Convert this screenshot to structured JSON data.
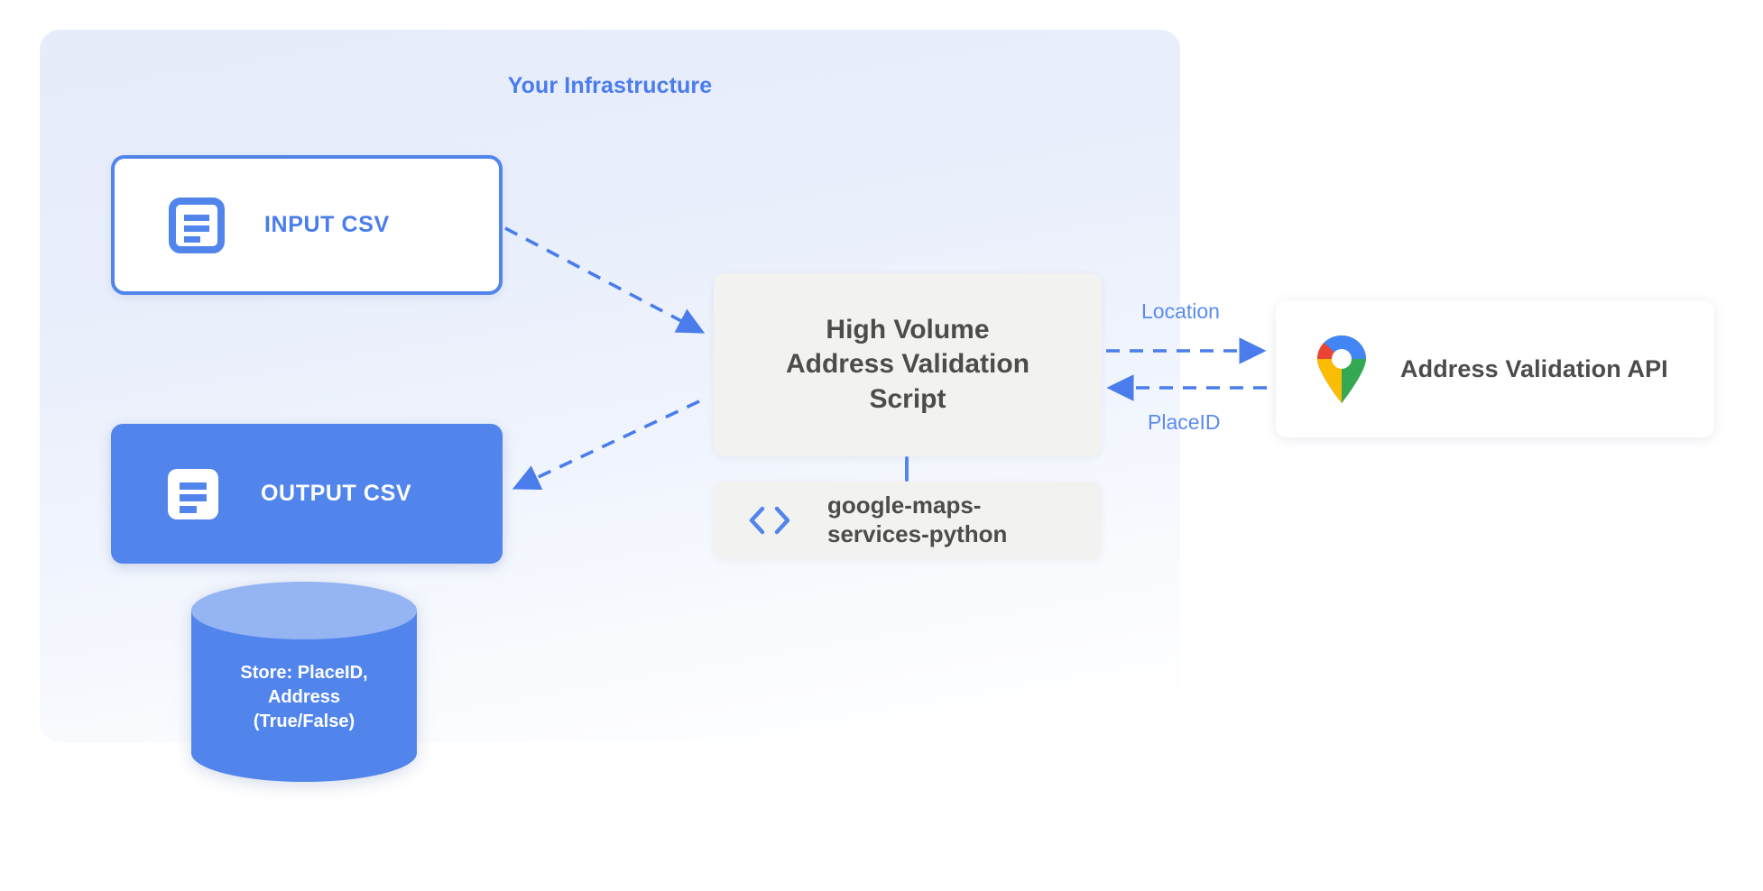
{
  "panel": {
    "title": "Your Infrastructure",
    "accent_color": "#4a7ceb",
    "background": "#e6ecfa"
  },
  "nodes": {
    "input_csv": {
      "label": "INPUT CSV",
      "icon": "document-icon",
      "fill": "#ffffff",
      "border_color": "#5285ec",
      "text_color": "#4a7ceb"
    },
    "output_csv": {
      "label": "OUTPUT CSV",
      "icon": "document-icon",
      "fill": "#5285ec",
      "text_color": "#ffffff"
    },
    "script": {
      "line1": "High Volume",
      "line2": "Address Validation",
      "line3": "Script",
      "fill": "#f2f2f0",
      "text_color": "#4c4c4a"
    },
    "library": {
      "line1": "google-maps-",
      "line2": "services-python",
      "icon": "code-brackets-icon",
      "icon_color": "#5285ec",
      "fill": "#f2f2f0",
      "text_color": "#4c4c4a"
    },
    "api": {
      "label": "Address Validation API",
      "icon": "google-maps-pin-icon",
      "fill": "#ffffff",
      "text_color": "#4c4c4a"
    },
    "database": {
      "line1": "Store: PlaceID,",
      "line2": "Address",
      "line3": "(True/False)",
      "body_color": "#5285ec",
      "top_color": "#94b4f2",
      "text_color": "#ffffff"
    }
  },
  "edges": {
    "location_label": "Location",
    "placeid_label": "PlaceID",
    "line_color": "#4a7ceb",
    "style": "dashed"
  }
}
